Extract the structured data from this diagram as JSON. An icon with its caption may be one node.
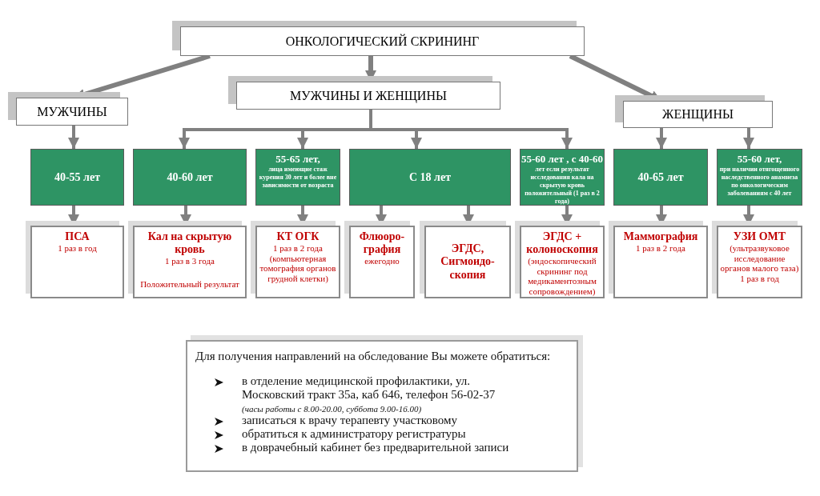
{
  "diagram": {
    "nodes": [
      {
        "text": [
          "ОНКОЛОГИЧЕСКИЙ СКРИНИНГ"
        ]
      },
      {
        "text": [
          "МУЖЧИНЫ"
        ]
      },
      {
        "text": [
          "МУЖЧИНЫ И ЖЕНЩИНЫ"
        ]
      },
      {
        "text": [
          "ЖЕНЩИНЫ"
        ]
      },
      {
        "text": [
          "40-55 лет"
        ]
      },
      {
        "text": [
          "40-60 лет"
        ]
      },
      {
        "text": [
          "55-65 лет,",
          "лица имеющие стаж курения 30 лет и более вне зависимости от возраста"
        ]
      },
      {
        "text": [
          "С 18 лет"
        ]
      },
      {
        "text": [
          "55-60 лет , с 40-60",
          "лет если результат исследования кала на скрытую кровь положительный (1 раз в 2 года)"
        ]
      },
      {
        "text": [
          "40-65 лет"
        ]
      },
      {
        "text": [
          "55-60 лет,",
          "при наличии отягощенного наследственного анамнеза по онкологическим заболеваниям с 40 лет"
        ]
      },
      {
        "text": [
          "ПСА",
          "1 раз в год"
        ]
      },
      {
        "text": [
          "Кал на скрытую кровь",
          "1 раз в 3 года",
          "Положительный результат"
        ]
      },
      {
        "text": [
          "КТ ОГК",
          "1 раз в 2 года (компьютерная томография органов грудной клетки)"
        ]
      },
      {
        "text": [
          "Флюоро-графия",
          "ежегодно"
        ]
      },
      {
        "text": [
          "ЭГДС, Сигмоидо-скопия"
        ]
      },
      {
        "text": [
          "ЭГДС + колоноскопия",
          "(эндоскопический скрининг под медикаментозным сопровождением)"
        ]
      },
      {
        "text": [
          "Маммография",
          "1 раз в 2 года"
        ]
      },
      {
        "text": [
          "УЗИ ОМТ",
          "(ультразвуковое исследование органов малого таза)",
          "1 раз в год"
        ]
      },
      {
        "text": [
          "Для получения направлений на обследование Вы можете обратиться:",
          "в отделение медицинской профилактики, ул. Московский тракт 35а, каб 646, телефон 56-02-37",
          "(часы работы с 8.00-20.00, суббота 9.00-16.00)",
          "записаться к врачу терапевту участковому",
          "обратиться к администратору регистратуры",
          "в доврачебный кабинет без предварительной записи"
        ]
      }
    ],
    "edges": [
      {
        "from": 0,
        "to": 1,
        "arrow": "to"
      },
      {
        "from": 0,
        "to": 2,
        "arrow": "to"
      },
      {
        "from": 0,
        "to": 3,
        "arrow": "to"
      },
      {
        "from": 1,
        "to": 4,
        "arrow": "to"
      },
      {
        "from": 2,
        "to": 5,
        "arrow": "to"
      },
      {
        "from": 2,
        "to": 6,
        "arrow": "to"
      },
      {
        "from": 2,
        "to": 7,
        "arrow": "to"
      },
      {
        "from": 2,
        "to": 8,
        "arrow": "to"
      },
      {
        "from": 3,
        "to": 9,
        "arrow": "to"
      },
      {
        "from": 3,
        "to": 10,
        "arrow": "to"
      },
      {
        "from": 4,
        "to": 11,
        "arrow": "to"
      },
      {
        "from": 5,
        "to": 12,
        "arrow": "to"
      },
      {
        "from": 6,
        "to": 13,
        "arrow": "to"
      },
      {
        "from": 7,
        "to": 14,
        "arrow": "to"
      },
      {
        "from": 7,
        "to": 15,
        "arrow": "to"
      },
      {
        "from": 8,
        "to": 16,
        "arrow": "to"
      },
      {
        "from": 9,
        "to": 17,
        "arrow": "to"
      },
      {
        "from": 10,
        "to": 18,
        "arrow": "to"
      }
    ]
  }
}
